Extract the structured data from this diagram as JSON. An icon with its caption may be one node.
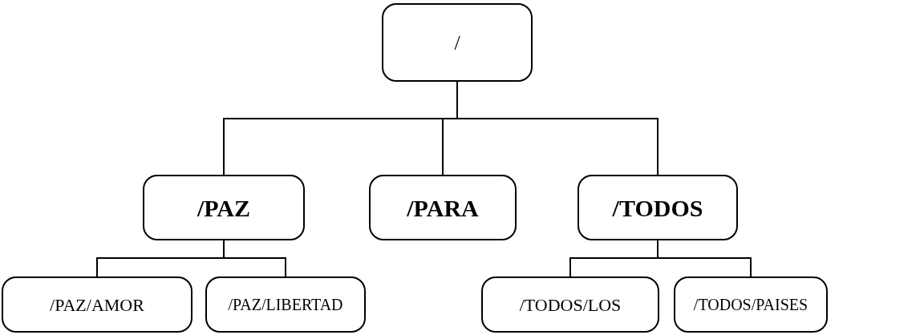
{
  "diagram": {
    "nodes": [
      {
        "text": [
          "/"
        ]
      },
      {
        "text": [
          "/PAZ"
        ]
      },
      {
        "text": [
          "/PARA"
        ]
      },
      {
        "text": [
          "/TODOS"
        ]
      },
      {
        "text": [
          "/PAZ/AMOR"
        ]
      },
      {
        "text": [
          "/PAZ/LIBERTAD"
        ]
      },
      {
        "text": [
          "/TODOS/LOS"
        ]
      },
      {
        "text": [
          "/TODOS/PAISES"
        ]
      }
    ],
    "edges": [
      {
        "from": 0,
        "to": 1,
        "arrow": "none"
      },
      {
        "from": 0,
        "to": 2,
        "arrow": "none"
      },
      {
        "from": 0,
        "to": 3,
        "arrow": "none"
      },
      {
        "from": 1,
        "to": 4,
        "arrow": "none"
      },
      {
        "from": 1,
        "to": 5,
        "arrow": "none"
      },
      {
        "from": 3,
        "to": 6,
        "arrow": "none"
      },
      {
        "from": 3,
        "to": 7,
        "arrow": "none"
      }
    ]
  }
}
